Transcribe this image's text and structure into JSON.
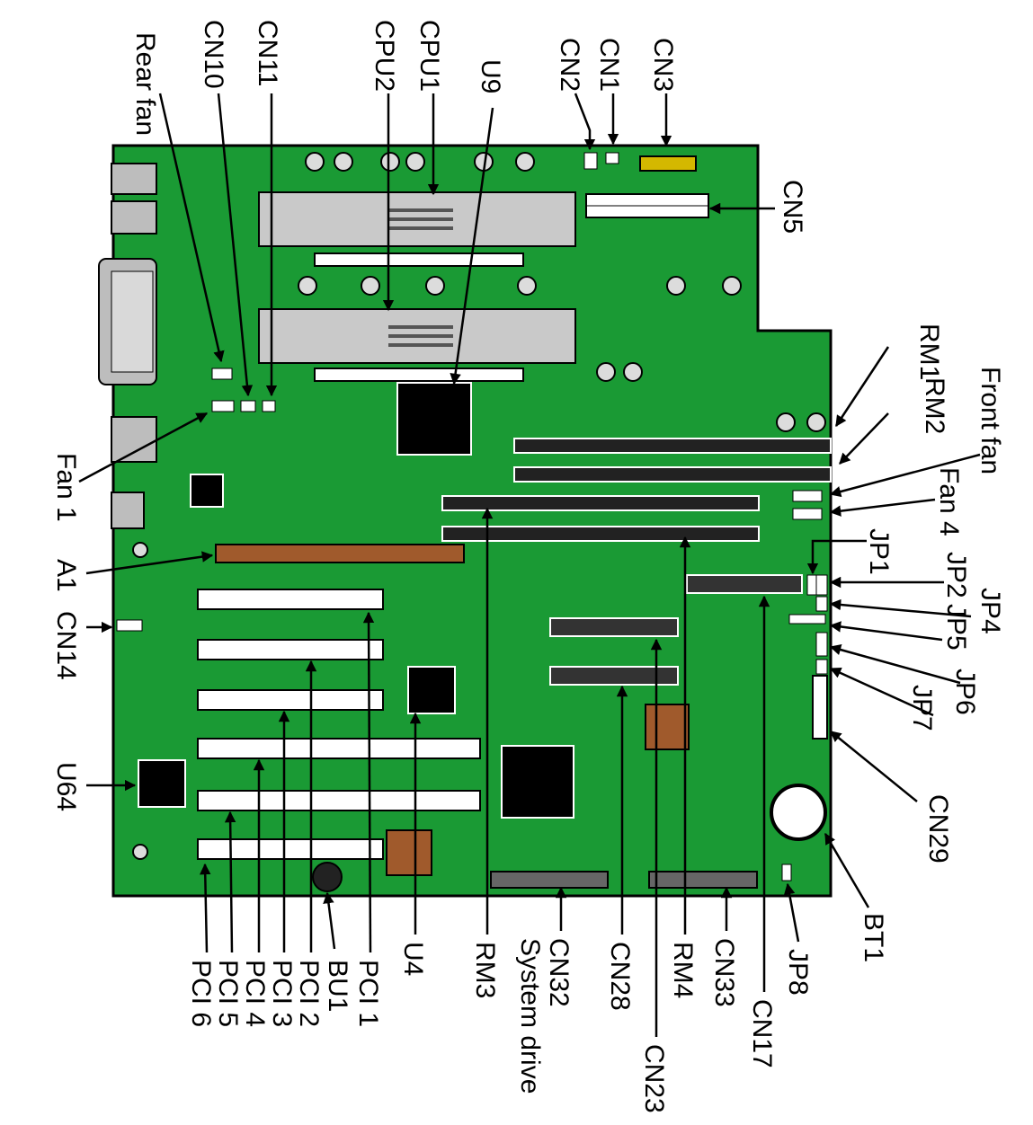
{
  "diagram": {
    "colors": {
      "board": "#1a9a34",
      "chip": "#000000",
      "cpu_card": "#c9c9c9",
      "agp_slot": "#a05a2c",
      "pci_slot": "#ffffff",
      "memory_slot": "#222222"
    },
    "labels": {
      "rear_fan": "Rear fan",
      "cn10": "CN10",
      "cn11": "CN11",
      "cpu2": "CPU2",
      "cpu1": "CPU1",
      "u9": "U9",
      "cn2": "CN2",
      "cn1": "CN1",
      "cn3": "CN3",
      "cn5": "CN5",
      "rm1": "RM1",
      "rm2": "RM2",
      "front_fan": "Front fan",
      "fan4": "Fan 4",
      "jp1": "JP1",
      "jp2": "JP2",
      "jp4": "JP4",
      "jp5": "JP5",
      "jp6": "JP6",
      "jp7": "JP7",
      "cn29": "CN29",
      "bt1": "BT1",
      "jp8": "JP8",
      "cn17": "CN17",
      "cn33": "CN33",
      "rm4": "RM4",
      "cn23": "CN23",
      "cn28": "CN28",
      "cn32": "CN32",
      "system_drive": "System drive",
      "rm3": "RM3",
      "u4": "U4",
      "pci1": "PCI 1",
      "bu1": "BU1",
      "pci2": "PCI 2",
      "pci3": "PCI 3",
      "pci4": "PCI 4",
      "pci5": "PCI 5",
      "pci6": "PCI 6",
      "u64": "U64",
      "cn14": "CN14",
      "a1": "A1",
      "fan1": "Fan 1"
    }
  }
}
